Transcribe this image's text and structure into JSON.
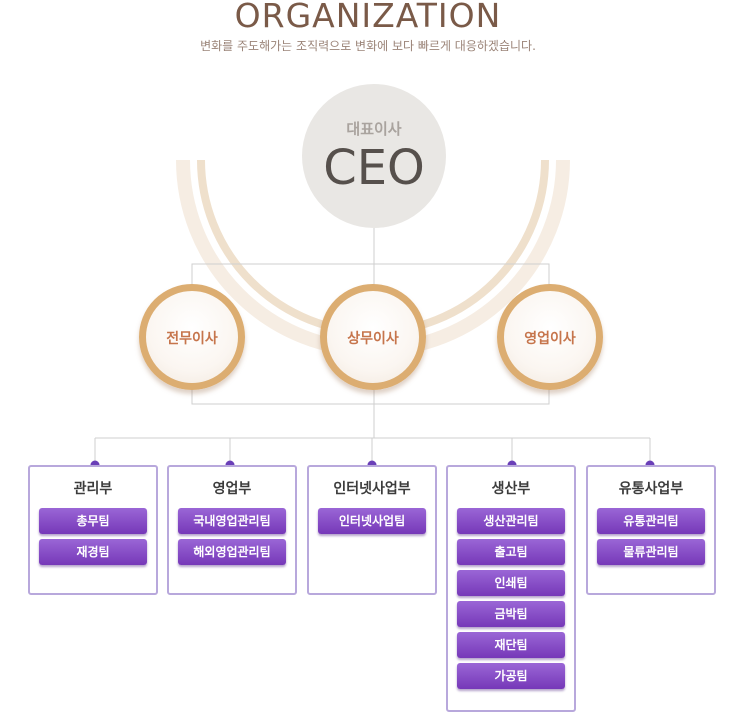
{
  "header": {
    "title": "ORGANIZATION",
    "subtitle": "변화를 주도해가는 조직력으로 변화에 보다 빠르게 대응하겠습니다."
  },
  "ceo": {
    "korean_title": "대표이사",
    "english_title": "CEO"
  },
  "executives": [
    {
      "label": "전무이사"
    },
    {
      "label": "상무이사"
    },
    {
      "label": "영업이사"
    }
  ],
  "departments": [
    {
      "name": "관리부",
      "teams": [
        "총무팀",
        "재경팀"
      ]
    },
    {
      "name": "영업부",
      "teams": [
        "국내영업관리팀",
        "해외영업관리팀"
      ]
    },
    {
      "name": "인터넷사업부",
      "teams": [
        "인터넷사업팀"
      ]
    },
    {
      "name": "생산부",
      "teams": [
        "생산관리팀",
        "출고팀",
        "인쇄팀",
        "금박팀",
        "재단팀",
        "가공팀"
      ]
    },
    {
      "name": "유통사업부",
      "teams": [
        "유통관리팀",
        "물류관리팀"
      ]
    }
  ],
  "colors": {
    "title": "#7a5a48",
    "exec_ring": "#dcad71",
    "exec_text": "#c6754c",
    "team_button": "#8a4fc8",
    "dept_border": "#b8a8dc",
    "connector_dot": "#6a3fb8"
  }
}
